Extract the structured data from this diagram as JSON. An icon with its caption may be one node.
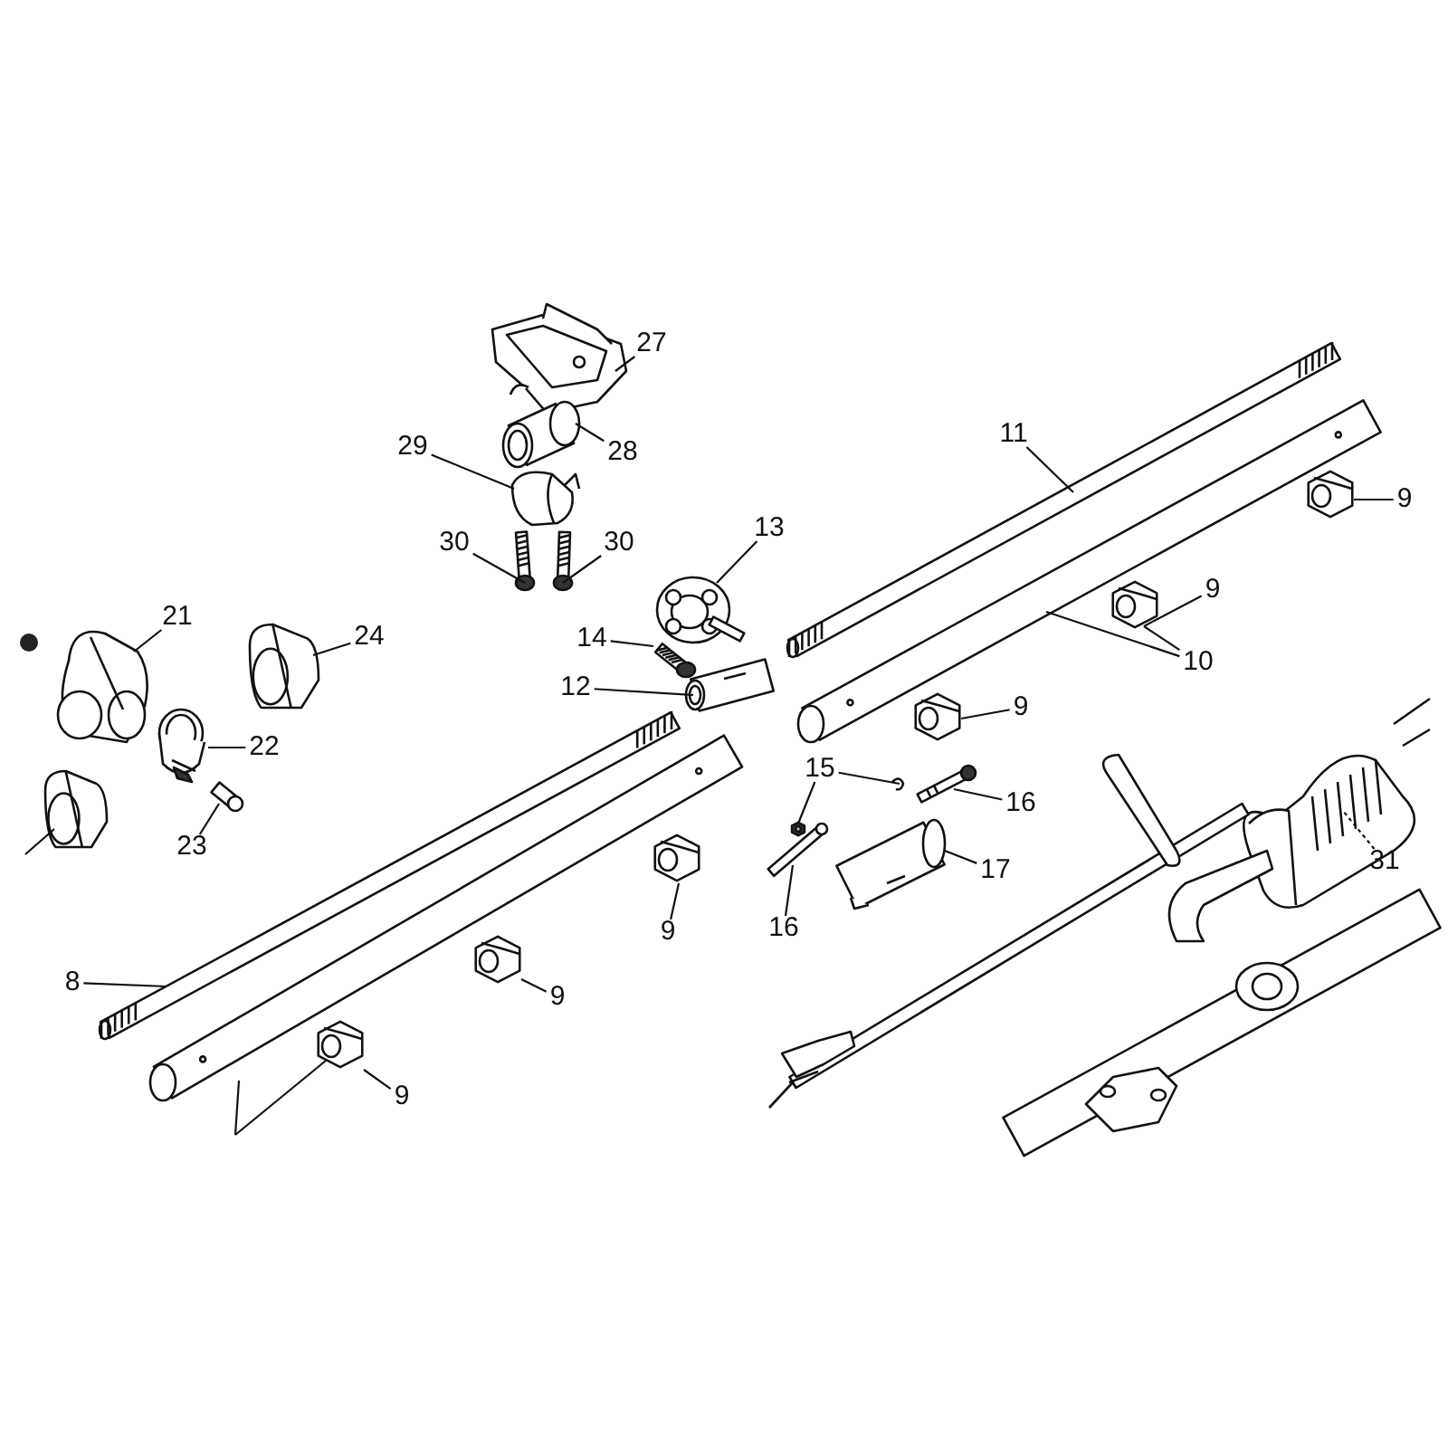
{
  "diagram": {
    "nodes": [
      {
        "text": [
          "27"
        ]
      },
      {
        "text": [
          "11"
        ]
      },
      {
        "text": [
          "29"
        ]
      },
      {
        "text": [
          "28"
        ]
      },
      {
        "text": [
          "9"
        ]
      },
      {
        "text": [
          "13"
        ]
      },
      {
        "text": [
          "30"
        ]
      },
      {
        "text": [
          "30"
        ]
      },
      {
        "text": [
          "9"
        ]
      },
      {
        "text": [
          "21"
        ]
      },
      {
        "text": [
          "24"
        ]
      },
      {
        "text": [
          "14"
        ]
      },
      {
        "text": [
          "10"
        ]
      },
      {
        "text": [
          "12"
        ]
      },
      {
        "text": [
          "9"
        ]
      },
      {
        "text": [
          "22"
        ]
      },
      {
        "text": [
          "15"
        ]
      },
      {
        "text": [
          "16"
        ]
      },
      {
        "text": [
          "23"
        ]
      },
      {
        "text": [
          "31"
        ]
      },
      {
        "text": [
          "17"
        ]
      },
      {
        "text": [
          "16"
        ]
      },
      {
        "text": [
          "9"
        ]
      },
      {
        "text": [
          "8"
        ]
      },
      {
        "text": [
          "9"
        ]
      },
      {
        "text": [
          "9"
        ]
      },
      {
        "text": [],
        "shape": "picture"
      },
      {
        "text": [],
        "shape": "picture"
      },
      {
        "text": [],
        "shape": "picture"
      },
      {
        "text": [],
        "shape": "picture"
      },
      {
        "text": [],
        "shape": "picture"
      },
      {
        "text": [],
        "shape": "picture"
      },
      {
        "text": [],
        "shape": "picture"
      },
      {
        "text": [],
        "shape": "picture"
      },
      {
        "text": [],
        "shape": "picture"
      },
      {
        "text": [],
        "shape": "picture"
      },
      {
        "text": [],
        "shape": "picture"
      },
      {
        "text": [],
        "shape": "picture"
      },
      {
        "text": [],
        "shape": "picture"
      },
      {
        "text": [],
        "shape": "picture"
      },
      {
        "text": [],
        "shape": "picture"
      },
      {
        "text": [],
        "shape": "picture"
      },
      {
        "text": [],
        "shape": "picture"
      },
      {
        "text": [],
        "shape": "picture"
      },
      {
        "text": [],
        "shape": "picture"
      },
      {
        "text": [],
        "shape": "picture"
      },
      {
        "text": [],
        "shape": "picture"
      },
      {
        "text": [],
        "shape": "picture"
      },
      {
        "text": [],
        "shape": "picture"
      },
      {
        "text": [],
        "shape": "picture"
      },
      {
        "text": [],
        "shape": "picture"
      },
      {
        "text": [],
        "shape": "picture"
      },
      {
        "text": [],
        "shape": "picture"
      },
      {
        "text": [],
        "shape": "picture"
      },
      {
        "text": [],
        "shape": "picture"
      }
    ],
    "edges": [
      {
        "from": 0,
        "to": 26,
        "arrow": "none"
      },
      {
        "from": 1,
        "to": 27,
        "arrow": "none"
      },
      {
        "from": 2,
        "to": 30,
        "arrow": "none"
      },
      {
        "from": 3,
        "to": 28,
        "arrow": "none"
      },
      {
        "from": 4,
        "to": 29,
        "arrow": "none"
      },
      {
        "from": 5,
        "to": 35,
        "arrow": "none"
      },
      {
        "from": 6,
        "to": 33,
        "arrow": "none"
      },
      {
        "from": 7,
        "to": 34,
        "arrow": "none"
      },
      {
        "from": 8,
        "to": 32,
        "arrow": "none"
      },
      {
        "from": 9,
        "to": 36,
        "arrow": "none"
      },
      {
        "from": 10,
        "to": 37,
        "arrow": "none"
      },
      {
        "from": 11,
        "to": 38,
        "arrow": "none"
      },
      {
        "from": 12,
        "to": 31,
        "arrow": "none"
      },
      {
        "from": 12,
        "to": 32,
        "arrow": "none"
      },
      {
        "from": 13,
        "to": 39,
        "arrow": "none"
      },
      {
        "from": 14,
        "to": 40,
        "arrow": "none"
      },
      {
        "from": 15,
        "to": 41,
        "arrow": "none"
      },
      {
        "from": 16,
        "to": 42,
        "arrow": "none"
      },
      {
        "from": 16,
        "to": 43,
        "arrow": "none"
      },
      {
        "from": 17,
        "to": 44,
        "arrow": "none"
      },
      {
        "from": 18,
        "to": 45,
        "arrow": "none"
      },
      {
        "from": 19,
        "to": 49,
        "arrow": "none",
        "style": "dashed"
      },
      {
        "from": 20,
        "to": 47,
        "arrow": "none"
      },
      {
        "from": 21,
        "to": 48,
        "arrow": "none"
      },
      {
        "from": 22,
        "to": 51,
        "arrow": "none"
      },
      {
        "from": 23,
        "to": 50,
        "arrow": "none"
      },
      {
        "from": 24,
        "to": 52,
        "arrow": "none"
      },
      {
        "from": 25,
        "to": 54,
        "arrow": "none"
      },
      {
        "from": null,
        "to": 53,
        "arrow": "none"
      },
      {
        "from": null,
        "to": 54,
        "arrow": "none"
      },
      {
        "from": null,
        "to": 46,
        "arrow": "none"
      }
    ]
  }
}
